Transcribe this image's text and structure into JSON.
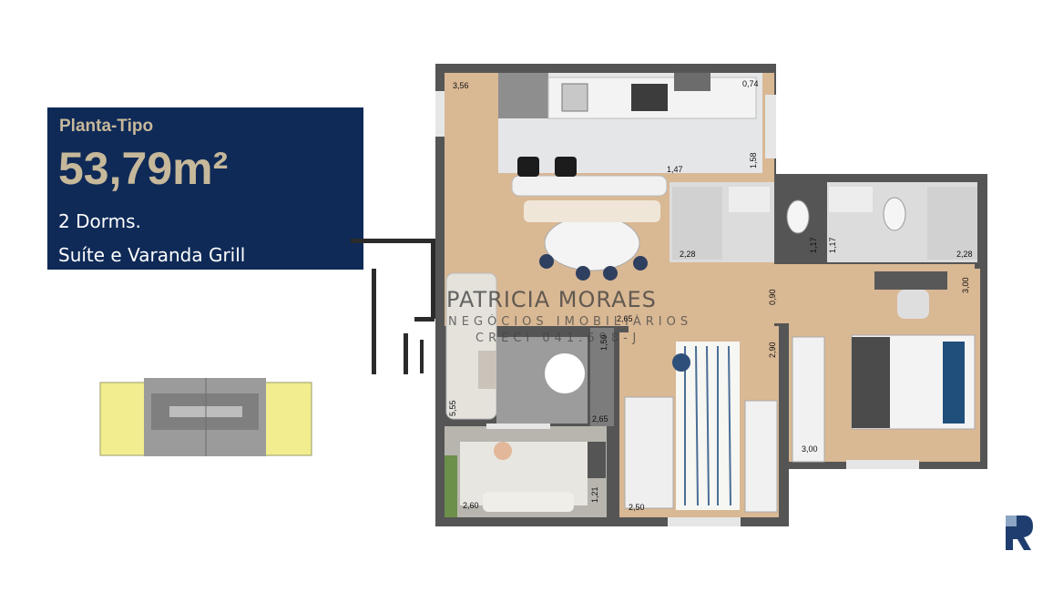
{
  "info": {
    "type_label": "Planta-Tipo",
    "area": "53,79m²",
    "bedrooms": "2 Dorms.",
    "features": "Suíte e Varanda Grill"
  },
  "watermark": {
    "name": "PATRICIA MORAES",
    "tagline": "NEGÓCIOS IMOBILIÁRIOS",
    "creci": "CRECI 041.698-J"
  },
  "dimensions": {
    "living_height": "3,56",
    "kitchen_corner": "0,74",
    "counter_width": "1,47",
    "kitchen_side": "1,58",
    "bath1_width": "2,28",
    "bath1_depth": "1,17",
    "bath2_depth": "1,17",
    "bath2_width": "2,28",
    "hall_width": "0,90",
    "suite_depth": "3,00",
    "hall_mid": "2,65",
    "pantry_depth": "1,59",
    "bedroom2_depth": "2,90",
    "living_depth": "5,55",
    "living_width": "2,65",
    "suite_width": "3,00",
    "balcony_depth": "1,21",
    "balcony_width": "2,60",
    "bedroom2_width": "2,50"
  },
  "colors": {
    "panel": "#0f2a57",
    "accent_text": "#c6b89a",
    "wall": "#5a5a5a",
    "floor": "#d9b894",
    "tile": "#e7e8ea",
    "key_yellow": "#f2ee8f"
  }
}
